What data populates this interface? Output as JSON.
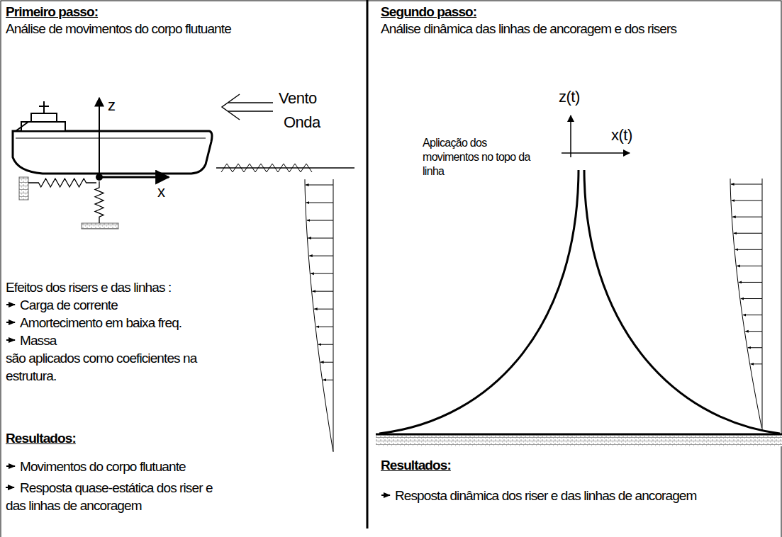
{
  "diagram": {
    "labels": [
      "Primeiro passo:",
      "Análise de movimentos do corpo flutuante",
      "z",
      "x",
      "Vento",
      "Onda",
      "Efeitos dos risers e das linhas :",
      "Carga de corrente",
      "Amortecimento em baixa freq.",
      "Massa",
      "são aplicados como coeficientes na estrutura.",
      "Resultados:",
      "Movimentos do corpo flutuante",
      "Resposta quase-estática dos riser e das linhas de ancoragem",
      "Segundo passo:",
      "Análise dinâmica das linhas de ancoragem e dos risers",
      "z(t)",
      "x(t)",
      "Aplicação dos movimentos no topo da linha",
      "Resultados:",
      "Resposta dinâmica dos riser e das linhas de ancoragem"
    ]
  }
}
